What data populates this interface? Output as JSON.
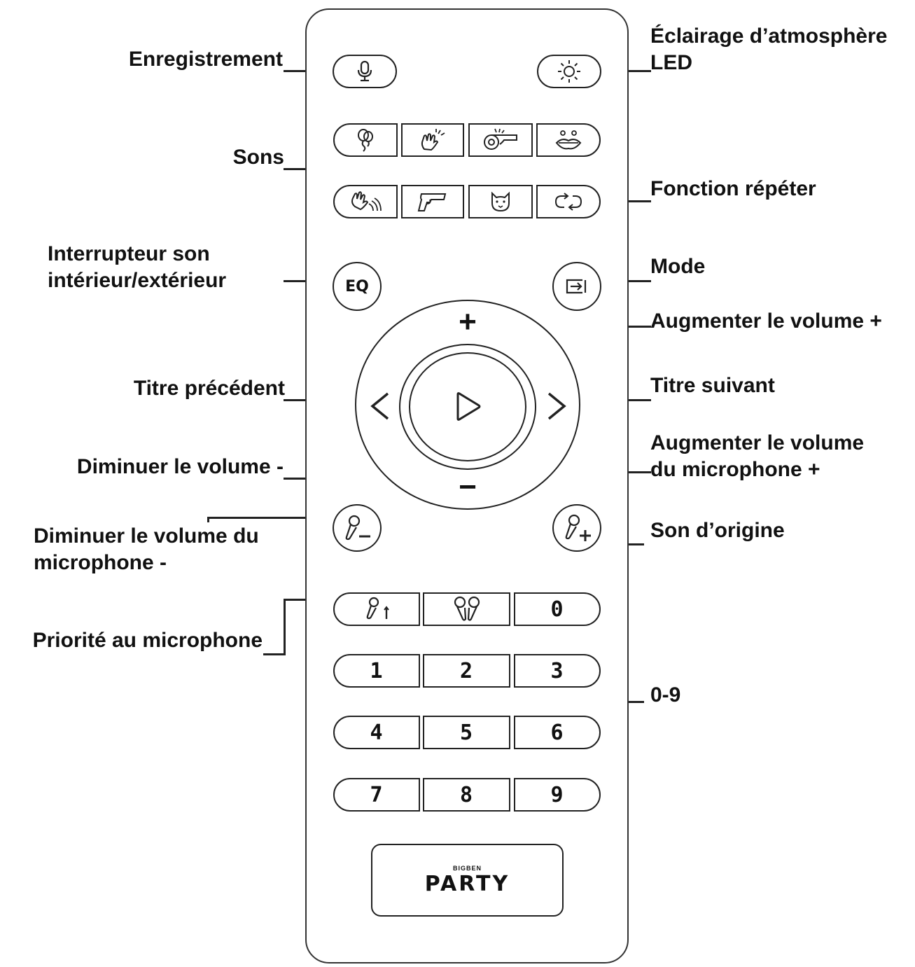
{
  "labels": {
    "recording": "Enregistrement",
    "led": "Éclairage d’atmosphère\nLED",
    "sounds": "Sons",
    "repeat": "Fonction répéter",
    "indoor_outdoor": "Interrupteur son\nintérieur/extérieur",
    "mode": "Mode",
    "volume_up": "Augmenter le volume +",
    "previous": "Titre précédent",
    "next": "Titre suivant",
    "volume_down": "Diminuer le volume -",
    "mic_volume_up": "Augmenter le volume\ndu microphone +",
    "mic_volume_down": "Diminuer le volume du\nmicrophone -",
    "original_sound": "Son d’origine",
    "mic_priority": "Priorité au microphone",
    "digits": "0-9"
  },
  "remote": {
    "eq_label": "EQ",
    "plus": "+",
    "minus": "−",
    "prev_symbol": "<",
    "next_symbol": ">",
    "digits": [
      "0",
      "1",
      "2",
      "3",
      "4",
      "5",
      "6",
      "7",
      "8",
      "9"
    ],
    "brand_small": "BIGBEN",
    "brand_big": "PARTY"
  },
  "icons": {
    "record": "microphone-icon",
    "led": "sun-icon",
    "sounds_row1": [
      "balloon-icon",
      "clapping-hands-icon",
      "whistle-icon",
      "kiss-lips-icon"
    ],
    "sounds_row2": [
      "waving-hand-icon",
      "pistol-icon",
      "cat-icon",
      "repeat-icon"
    ],
    "mode": "input-mode-icon",
    "play": "play-icon",
    "mic_minus": "mic-minus-icon",
    "mic_plus": "mic-plus-icon",
    "mic_priority": "mic-priority-icon",
    "duet": "two-microphones-icon"
  },
  "colors": {
    "line": "#222222",
    "text": "#111111",
    "background": "#ffffff"
  }
}
